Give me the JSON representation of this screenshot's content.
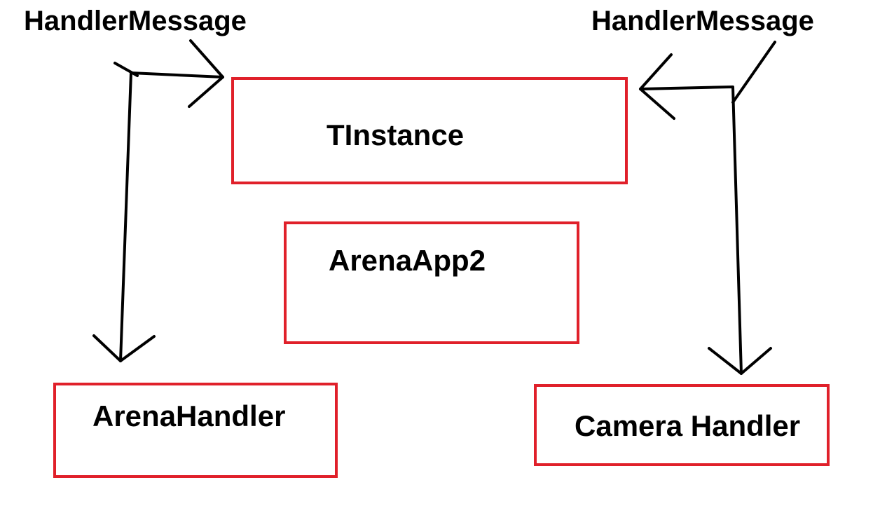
{
  "diagram": {
    "labels": {
      "left_message": "HandlerMessage",
      "right_message": "HandlerMessage"
    },
    "nodes": {
      "tinstance": "TInstance",
      "arena_app": "ArenaApp2",
      "arena_handler": "ArenaHandler",
      "camera_handler": "Camera Handler"
    },
    "colors": {
      "box_border": "#e0202a",
      "arrow_stroke": "#000000",
      "text": "#000000",
      "background": "#ffffff"
    }
  }
}
